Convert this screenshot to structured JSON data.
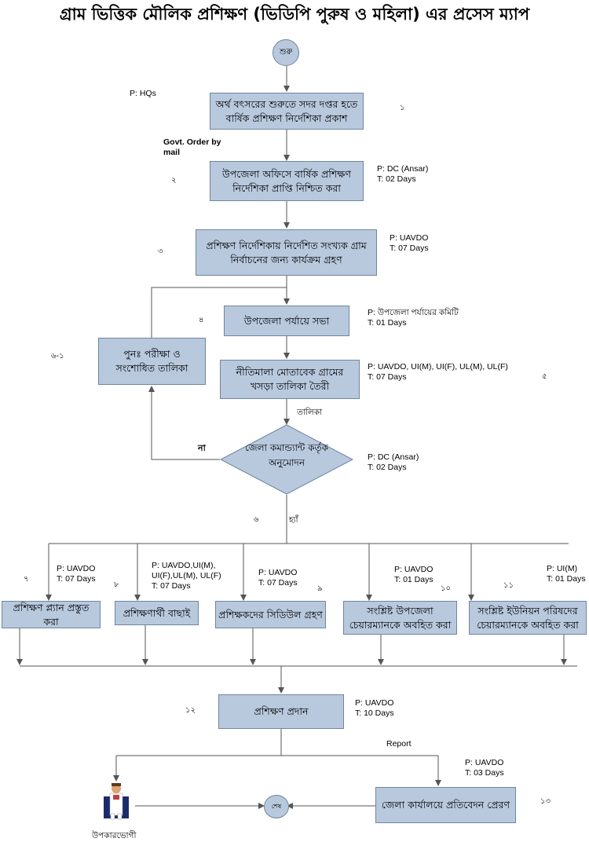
{
  "title": "গ্রাম ভিত্তিক মৌলিক প্রশিক্ষণ (ভিডিপি পুরুষ ও মহিলা) এর প্রসেস ম্যাপ",
  "start_label": "শুরু",
  "end_label": "শেষ",
  "beneficiary_label": "উপকারভোগী",
  "boxes": {
    "b1": "অর্থ বৎসরের শুরুতে সদর দপ্তর হতে বার্ষিক প্রশিক্ষণ নির্দেশিকা প্রকাশ",
    "b2": "উপজেলা অফিসে বার্ষিক প্রশিক্ষণ নির্দেশিকা প্রাপ্তি নিশ্চিত করা",
    "b3": "প্রশিক্ষণ নির্দেশিকায় নির্দেশিত সংখ্যক গ্রাম নির্বাচনের জন্য কার্যক্রম গ্রহণ",
    "b4": "উপজেলা পর্যায়ে সভা",
    "b5": "নীতিমালা মোতাবেক গ্রামের খসড়া তালিকা তৈরী",
    "b61": "পুনঃ পরীক্ষা ও সংশোধিত তালিকা",
    "diamond": "জেলা কমান্ড্যান্ট কর্তৃক অনুমোদন",
    "b7": "প্রশিক্ষণ প্ল্যান প্রস্তুত করা",
    "b8": "প্রশিক্ষণার্থী বাছাই",
    "b9": "প্রশিক্ষকদের সিডিউল গ্রহণ",
    "b10": "সংশ্লিষ্ট উপজেলা চেয়ারম্যানকে অবহিত করা",
    "b11": "সংশ্লিষ্ট ইউনিয়ন পরিষদের চেয়ারম্যানকে অবহিত করা",
    "b12": "প্রশিক্ষণ প্রদান",
    "b13": "জেলা কার্যালয়ে প্রতিবেদন প্রেরণ"
  },
  "labels": {
    "l1": "P: HQs",
    "l_govt": "Govt. Order by mail",
    "l2": "P: DC (Ansar)\nT: 02 Days",
    "l3": "P: UAVDO\nT: 07 Days",
    "l4": "P: উপজেলা পর্যায়ের কমিটি\nT: 01 Days",
    "l5": "P: UAVDO, UI(M), UI(F), UL(M), UL(F)\nT: 07 Days",
    "l_talika": "তালিকা",
    "l_na": "না",
    "l_diamond": "P: DC (Ansar)\nT: 02 Days",
    "l_ha": "হ্যাঁ",
    "l7": "P: UAVDO\nT: 07 Days",
    "l8": "P:    UAVDO,UI(M),\nUI(F),UL(M), UL(F)\nT: 07 Days",
    "l9": "P: UAVDO\nT: 07 Days",
    "l10": "P: UAVDO\nT: 01 Days",
    "l11": "P: UI(M)\nT: 01 Days",
    "l12": "P: UAVDO\nT: 10 Days",
    "l_report": "Report",
    "l13": "P: UAVDO\nT: 03 Days"
  },
  "numbers": {
    "n1": "১",
    "n2": "২",
    "n3": "৩",
    "n4": "৪",
    "n5": "৫",
    "n61": "৬-১",
    "n6": "৬",
    "n7": "৭",
    "n8": "৮",
    "n9": "৯",
    "n10": "১০",
    "n11": "১১",
    "n12": "১২",
    "n13": "১৩"
  },
  "colors": {
    "box_fill": "#b8c9de",
    "box_border": "#6f859f",
    "line": "#555555"
  }
}
